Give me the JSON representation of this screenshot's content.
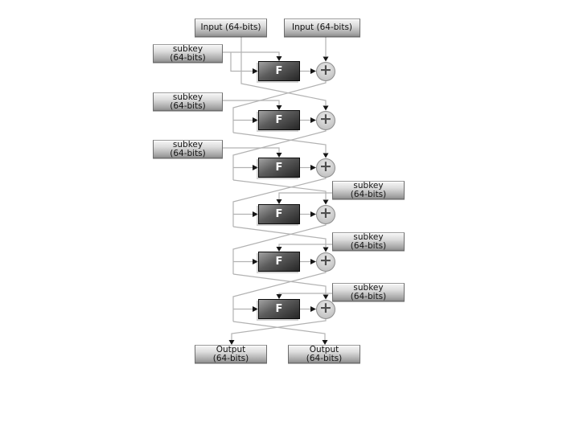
{
  "inputs": [
    {
      "label": "Input (64-bits)"
    },
    {
      "label": "Input (64-bits)"
    }
  ],
  "rounds": [
    {
      "subkey_line1": "subkey",
      "subkey_line2": "(64-bits)",
      "f_label": "F",
      "xor_symbol": "+"
    },
    {
      "subkey_line1": "subkey",
      "subkey_line2": "(64-bits)",
      "f_label": "F",
      "xor_symbol": "+"
    },
    {
      "subkey_line1": "subkey",
      "subkey_line2": "(64-bits)",
      "f_label": "F",
      "xor_symbol": "+"
    },
    {
      "subkey_line1": "subkey",
      "subkey_line2": "(64-bits)",
      "f_label": "F",
      "xor_symbol": "+"
    },
    {
      "subkey_line1": "subkey",
      "subkey_line2": "(64-bits)",
      "f_label": "F",
      "xor_symbol": "+"
    },
    {
      "subkey_line1": "subkey",
      "subkey_line2": "(64-bits)",
      "f_label": "F",
      "xor_symbol": "+"
    }
  ],
  "outputs": [
    {
      "line1": "Output",
      "line2": "(64-bits)"
    },
    {
      "line1": "Output",
      "line2": "(64-bits)"
    }
  ],
  "colors": {
    "wire": "#b2b2b2",
    "arrowhead": "#161616",
    "label_box_border": "#6e6e6e",
    "label_box_gradient_top": "#f6f6f6",
    "label_box_gradient_bottom": "#8e8e8e",
    "f_box_gradient_light": "#a2a2a2",
    "f_box_gradient_dark": "#262626",
    "f_text": "#ffffff",
    "xor_fill": "#cecece",
    "xor_ring": "#8d8d8d",
    "xor_plus": "#4e4e4e",
    "label_text": "#141414",
    "background": "#ffffff"
  }
}
